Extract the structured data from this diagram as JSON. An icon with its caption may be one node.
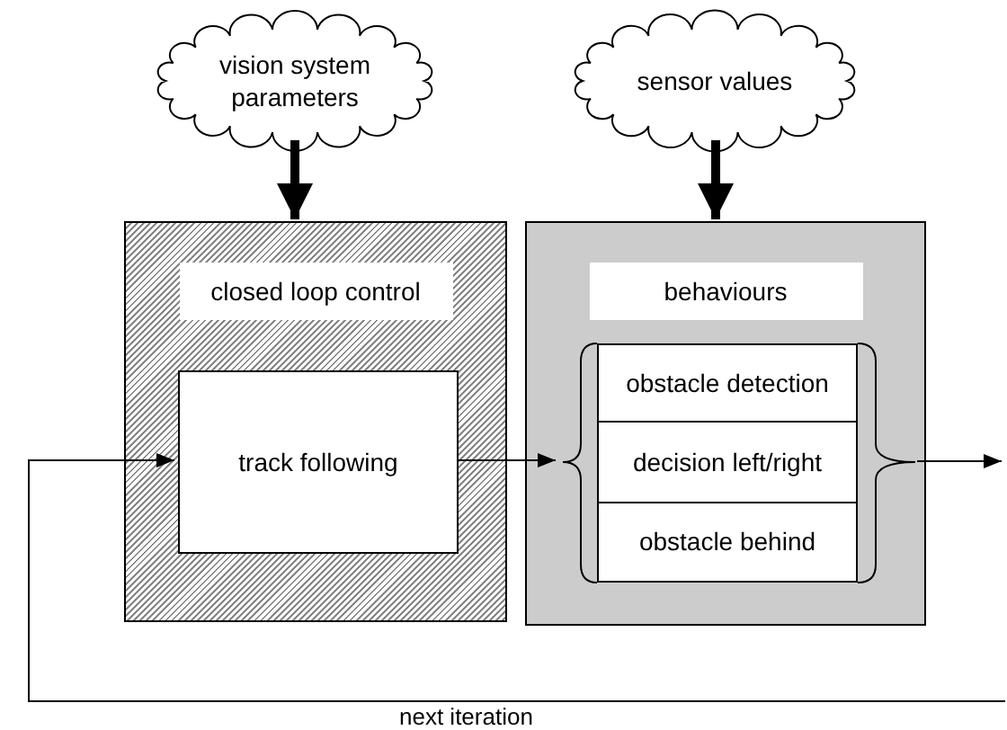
{
  "diagram": {
    "nodes": [
      {
        "text": [
          "vision system parameters"
        ]
      },
      {
        "text": [
          "sensor values"
        ]
      },
      {
        "text": [
          "closed loop control"
        ]
      },
      {
        "text": [
          "track following"
        ],
        "in": 2
      },
      {
        "text": [
          "behaviours"
        ]
      },
      {
        "text": [],
        "shape": "bracket",
        "in": 4
      },
      {
        "text": [
          "obstacle detection"
        ],
        "in": 5
      },
      {
        "text": [
          "decision left/right"
        ],
        "in": 5
      },
      {
        "text": [
          "obstacle behind"
        ],
        "in": 5
      }
    ],
    "edges": [
      {
        "from": 0,
        "to": 2,
        "arrow": "to",
        "style": "thick"
      },
      {
        "from": 1,
        "to": 4,
        "arrow": "to",
        "style": "thick"
      },
      {
        "from": 3,
        "to": 5,
        "arrow": "to"
      },
      {
        "from": 5,
        "to": null,
        "arrow": "to"
      },
      {
        "from": null,
        "to": 3,
        "arrow": "to",
        "label": "next iteration"
      }
    ]
  }
}
